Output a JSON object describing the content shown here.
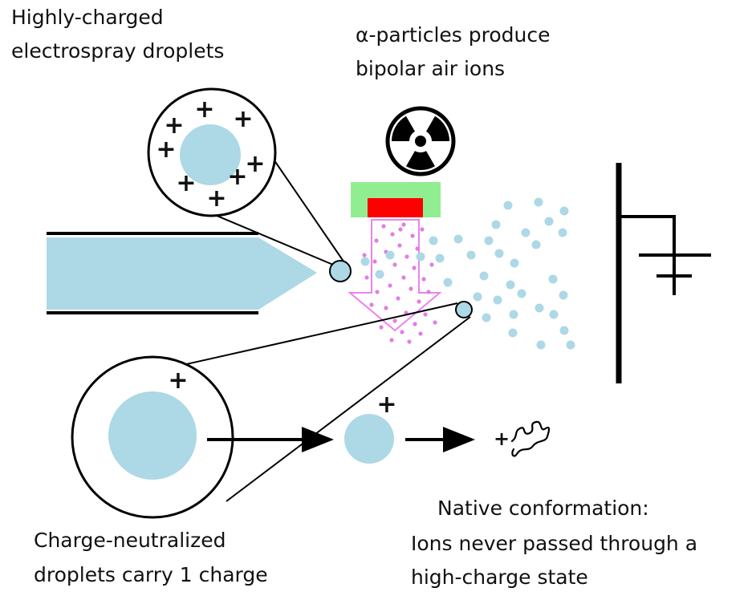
{
  "labels": {
    "top_left_line1": "Highly-charged",
    "top_left_line2": "electrospray droplets",
    "top_mid_line1": "α-particles produce",
    "top_mid_line2": "bipolar air ions",
    "bottom_left_line1": "Charge-neutralized",
    "bottom_left_line2": "droplets carry 1 charge",
    "bottom_right_line1": "Native conformation:",
    "bottom_right_line2": "Ions never passed through a",
    "bottom_right_line3": "high-charge state"
  },
  "symbols": {
    "plus": "+"
  },
  "icons": {
    "radiation": "radiation-hazard-icon",
    "ground": "ground-symbol-icon"
  },
  "colors": {
    "droplet": "#add8e6",
    "source_holder": "#90ee90",
    "source": "#ff0000",
    "ion_dots": "#e07fe0",
    "arrow_outline": "#ee82ee",
    "line": "#000000"
  }
}
